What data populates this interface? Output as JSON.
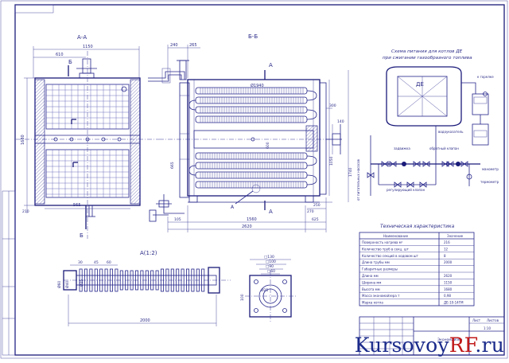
{
  "views": {
    "section_aa": "А-А",
    "section_bb": "Б-Б",
    "detail": "А(1:2)",
    "cut_a": "А",
    "cut_b": "Б"
  },
  "scheme": {
    "title_line1": "Схема питания для котлов ДЕ",
    "title_line2": "при сжигании газообразного топлива",
    "boiler_label": "ДЕ",
    "labels": {
      "to_burner": "к горелке",
      "shutoff_valve": "задвижка",
      "check_valve": "обратный клапан",
      "regulating_valve": "регулирующий клапан",
      "from_feed_pump": "от питательных насосов",
      "manometer": "манометр",
      "thermometer": "термометр",
      "level_gauge": "водоуказатель"
    }
  },
  "dimensions": {
    "aa": [
      "1150",
      "610",
      "1680",
      "210",
      "565"
    ],
    "bb": [
      "240",
      "265",
      "Ø1940",
      "300",
      "140",
      "665",
      "600",
      "1050",
      "1740",
      "105",
      "250",
      "270",
      "1560",
      "625",
      "2620"
    ],
    "detail": [
      "30",
      "45",
      "60",
      "Ø60",
      "Ø40",
      "Ø25",
      "2000"
    ],
    "flange": [
      "□130",
      "□100",
      "□90",
      "□60",
      "Ø25",
      "100"
    ]
  },
  "tech": {
    "title": "Техническая характеристика",
    "col_name": "Наименование",
    "col_value": "Значение",
    "rows": [
      {
        "name": "Поверхность нагрева м²",
        "value": "216"
      },
      {
        "name": "Количество труб в секц. шт",
        "value": "12"
      },
      {
        "name": "Количество секций в ходовом шт",
        "value": "8"
      },
      {
        "name": "Длина трубы мм",
        "value": "2000"
      },
      {
        "name": "Габаритные размеры",
        "value": ""
      },
      {
        "name": "Длина мм",
        "value": "2620"
      },
      {
        "name": "Ширина мм",
        "value": "1150"
      },
      {
        "name": "Высота мм",
        "value": "1680"
      },
      {
        "name": "Масса экономайзера т",
        "value": "0,98"
      },
      {
        "name": "Марка котла",
        "value": "ДЕ-10-14ГМ"
      }
    ]
  },
  "title_block": {
    "code": "Экономайзер",
    "sheet": "Лист",
    "sheets": "Листов",
    "scale": "1:10"
  },
  "watermark": {
    "name": "Kursovoy",
    "suffix": "RF",
    "tld": ".ru"
  }
}
